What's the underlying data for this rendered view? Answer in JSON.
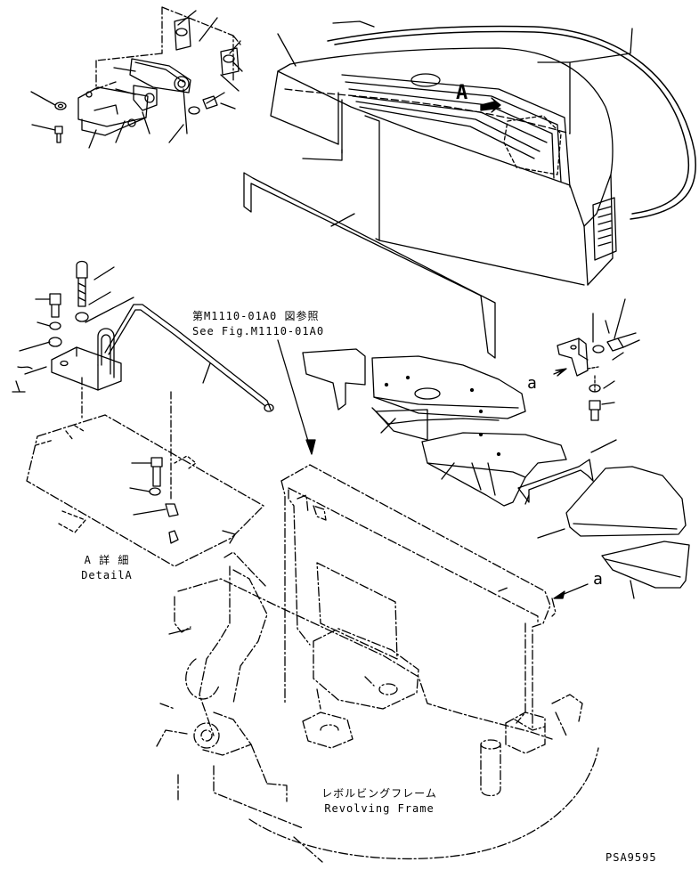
{
  "view_label_A": "A",
  "arrow_label_a_1": "a",
  "arrow_label_a_2": "a",
  "reference_note": {
    "jp": "第M1110-01A0 図参照",
    "en": "See Fig.M1110-01A0"
  },
  "detail_caption": {
    "jp": "A 詳 細",
    "en": "DetailA"
  },
  "frame_caption": {
    "jp": "レボルビングフレーム",
    "en": "Revolving Frame"
  },
  "figure_code": "PSA9595"
}
